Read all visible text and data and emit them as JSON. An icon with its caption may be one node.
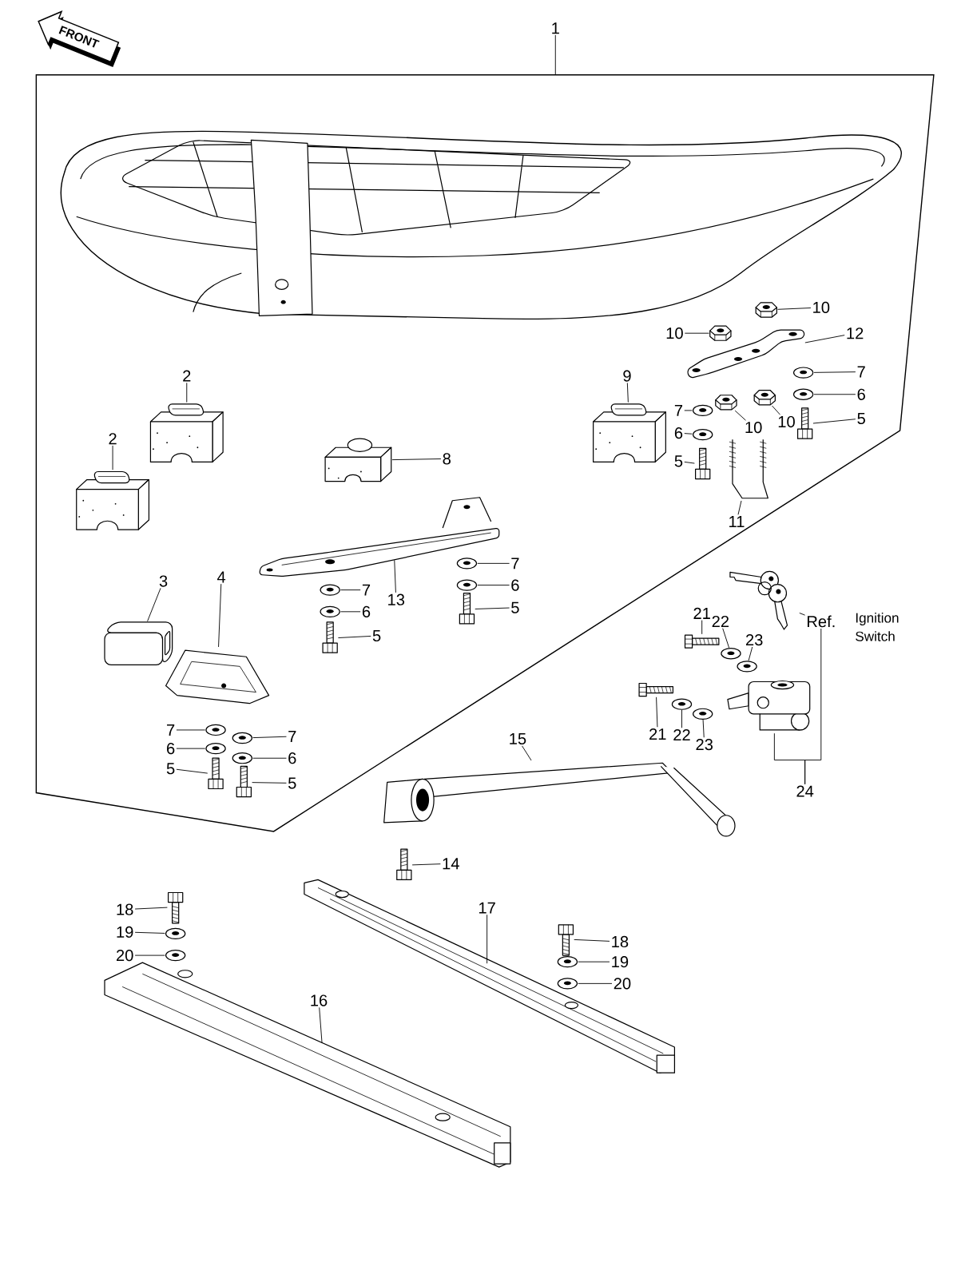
{
  "diagram": {
    "nodes": [
      {
        "text": [
          "1"
        ]
      },
      {
        "text": [],
        "shape": "box"
      },
      {
        "text": [],
        "shape": "picture",
        "in": 1
      },
      {
        "text": [
          "10"
        ],
        "in": 1
      },
      {
        "text": [],
        "shape": "picture",
        "in": 1
      },
      {
        "text": [
          "10"
        ],
        "in": 1
      },
      {
        "text": [],
        "shape": "picture",
        "in": 1
      },
      {
        "text": [
          "12"
        ],
        "in": 1
      },
      {
        "text": [],
        "shape": "picture",
        "in": 1
      },
      {
        "text": [
          "2"
        ],
        "in": 1
      },
      {
        "text": [],
        "shape": "picture",
        "in": 1
      },
      {
        "text": [
          "9"
        ],
        "in": 1
      },
      {
        "text": [],
        "shape": "picture",
        "in": 1
      },
      {
        "text": [
          "7"
        ],
        "in": 1
      },
      {
        "text": [],
        "shape": "picture",
        "in": 1
      },
      {
        "text": [
          "6"
        ],
        "in": 1
      },
      {
        "text": [],
        "shape": "picture",
        "in": 1
      },
      {
        "text": [
          "7"
        ],
        "in": 1
      },
      {
        "text": [],
        "shape": "picture",
        "in": 1
      },
      {
        "text": [
          "10"
        ],
        "in": 1
      },
      {
        "text": [],
        "shape": "picture",
        "in": 1
      },
      {
        "text": [
          "10"
        ],
        "in": 1
      },
      {
        "text": [],
        "shape": "picture",
        "in": 1
      },
      {
        "text": [
          "5"
        ],
        "in": 1
      },
      {
        "text": [],
        "shape": "picture",
        "in": 1
      },
      {
        "text": [
          "6"
        ],
        "in": 1
      },
      {
        "text": [],
        "shape": "picture",
        "in": 1
      },
      {
        "text": [
          "2"
        ],
        "in": 1
      },
      {
        "text": [],
        "shape": "picture",
        "in": 1
      },
      {
        "text": [
          "8"
        ],
        "in": 1
      },
      {
        "text": [],
        "shape": "picture",
        "in": 1
      },
      {
        "text": [
          "5"
        ],
        "in": 1
      },
      {
        "text": [],
        "shape": "picture",
        "in": 1
      },
      {
        "text": [
          "11"
        ],
        "in": 1
      },
      {
        "text": [],
        "shape": "picture",
        "in": 1
      },
      {
        "text": [
          "7"
        ],
        "in": 1
      },
      {
        "text": [],
        "shape": "picture",
        "in": 1
      },
      {
        "text": [
          "3"
        ],
        "in": 1
      },
      {
        "text": [],
        "shape": "picture",
        "in": 1
      },
      {
        "text": [
          "4"
        ],
        "in": 1
      },
      {
        "text": [],
        "shape": "picture",
        "in": 1
      },
      {
        "text": [
          "6"
        ],
        "in": 1
      },
      {
        "text": [],
        "shape": "picture",
        "in": 1
      },
      {
        "text": [
          "7"
        ],
        "in": 1
      },
      {
        "text": [],
        "shape": "picture",
        "in": 1
      },
      {
        "text": [
          "13"
        ],
        "in": 1
      },
      {
        "text": [],
        "shape": "picture",
        "in": 1
      },
      {
        "text": [
          "5"
        ],
        "in": 1
      },
      {
        "text": [],
        "shape": "picture",
        "in": 1
      },
      {
        "text": [
          "6"
        ],
        "in": 1
      },
      {
        "text": [],
        "shape": "picture",
        "in": 1
      },
      {
        "text": [
          "5"
        ],
        "in": 1
      },
      {
        "text": [],
        "shape": "picture",
        "in": 1
      },
      {
        "text": [
          "7"
        ],
        "in": 1
      },
      {
        "text": [],
        "shape": "picture",
        "in": 1
      },
      {
        "text": [
          "7"
        ],
        "in": 1
      },
      {
        "text": [],
        "shape": "picture",
        "in": 1
      },
      {
        "text": [
          "6"
        ],
        "in": 1
      },
      {
        "text": [],
        "shape": "picture",
        "in": 1
      },
      {
        "text": [
          "6"
        ],
        "in": 1
      },
      {
        "text": [],
        "shape": "picture",
        "in": 1
      },
      {
        "text": [
          "5"
        ],
        "in": 1
      },
      {
        "text": [],
        "shape": "picture",
        "in": 1
      },
      {
        "text": [
          "5"
        ],
        "in": 1
      },
      {
        "text": [],
        "shape": "picture",
        "in": 1
      },
      {
        "text": [
          "21"
        ]
      },
      {
        "text": [],
        "shape": "picture"
      },
      {
        "text": [
          "22"
        ]
      },
      {
        "text": [],
        "shape": "picture"
      },
      {
        "text": [
          "Ref."
        ]
      },
      {
        "text": [],
        "shape": "picture"
      },
      {
        "text": [
          "23"
        ]
      },
      {
        "text": [],
        "shape": "picture"
      },
      {
        "text": [],
        "shape": "picture"
      },
      {
        "text": [
          "21"
        ]
      },
      {
        "text": [],
        "shape": "picture"
      },
      {
        "text": [
          "22"
        ]
      },
      {
        "text": [],
        "shape": "picture"
      },
      {
        "text": [
          "23"
        ]
      },
      {
        "text": [],
        "shape": "picture"
      },
      {
        "text": [
          "15"
        ]
      },
      {
        "text": [],
        "shape": "picture"
      },
      {
        "text": [
          "24"
        ]
      },
      {
        "text": [
          "14"
        ]
      },
      {
        "text": [],
        "shape": "picture"
      },
      {
        "text": [
          "18"
        ]
      },
      {
        "text": [],
        "shape": "picture"
      },
      {
        "text": [
          "17"
        ]
      },
      {
        "text": [],
        "shape": "picture"
      },
      {
        "text": [
          "19"
        ]
      },
      {
        "text": [],
        "shape": "picture"
      },
      {
        "text": [
          "18"
        ]
      },
      {
        "text": [],
        "shape": "picture"
      },
      {
        "text": [
          "20"
        ]
      },
      {
        "text": [],
        "shape": "picture"
      },
      {
        "text": [
          "19"
        ]
      },
      {
        "text": [],
        "shape": "picture"
      },
      {
        "text": [
          "20"
        ]
      },
      {
        "text": [],
        "shape": "picture"
      },
      {
        "text": [
          "16"
        ]
      },
      {
        "text": [],
        "shape": "picture"
      }
    ],
    "edges": [
      {
        "from": 0,
        "to": 1,
        "arrow": "none"
      },
      {
        "from": 3,
        "to": 4,
        "arrow": "none"
      },
      {
        "from": 5,
        "to": 6,
        "arrow": "none"
      },
      {
        "from": 7,
        "to": 8,
        "arrow": "none"
      },
      {
        "from": 9,
        "to": 10,
        "arrow": "none"
      },
      {
        "from": 11,
        "to": 12,
        "arrow": "none"
      },
      {
        "from": 13,
        "to": 14,
        "arrow": "none"
      },
      {
        "from": 15,
        "to": 16,
        "arrow": "none"
      },
      {
        "from": 17,
        "to": 18,
        "arrow": "none"
      },
      {
        "from": 19,
        "to": 20,
        "arrow": "none"
      },
      {
        "from": 21,
        "to": 22,
        "arrow": "none"
      },
      {
        "from": 23,
        "to": 24,
        "arrow": "none"
      },
      {
        "from": 25,
        "to": 26,
        "arrow": "none"
      },
      {
        "from": 27,
        "to": 28,
        "arrow": "none"
      },
      {
        "from": 29,
        "to": 30,
        "arrow": "none"
      },
      {
        "from": 31,
        "to": 32,
        "arrow": "none"
      },
      {
        "from": 33,
        "to": 34,
        "arrow": "none"
      },
      {
        "from": 35,
        "to": 36,
        "arrow": "none"
      },
      {
        "from": 37,
        "to": 38,
        "arrow": "none"
      },
      {
        "from": 39,
        "to": 40,
        "arrow": "none"
      },
      {
        "from": 41,
        "to": 42,
        "arrow": "none"
      },
      {
        "from": 43,
        "to": 44,
        "arrow": "none"
      },
      {
        "from": 45,
        "to": 46,
        "arrow": "none"
      },
      {
        "from": 47,
        "to": 48,
        "arrow": "none"
      },
      {
        "from": 49,
        "to": 50,
        "arrow": "none"
      },
      {
        "from": 51,
        "to": 52,
        "arrow": "none"
      },
      {
        "from": 53,
        "to": 54,
        "arrow": "none"
      },
      {
        "from": 55,
        "to": 56,
        "arrow": "none"
      },
      {
        "from": 57,
        "to": 58,
        "arrow": "none"
      },
      {
        "from": 59,
        "to": 60,
        "arrow": "none"
      },
      {
        "from": 61,
        "to": 62,
        "arrow": "none"
      },
      {
        "from": 63,
        "to": 64,
        "arrow": "none"
      },
      {
        "from": 65,
        "to": 66,
        "arrow": "none"
      },
      {
        "from": 67,
        "to": 68,
        "arrow": "none"
      },
      {
        "from": 69,
        "to": 70,
        "arrow": "none"
      },
      {
        "from": 71,
        "to": 72,
        "arrow": "none"
      },
      {
        "from": 74,
        "to": 75,
        "arrow": "none"
      },
      {
        "from": 76,
        "to": 77,
        "arrow": "none"
      },
      {
        "from": 78,
        "to": 79,
        "arrow": "none"
      },
      {
        "from": 80,
        "to": 81,
        "arrow": "none"
      },
      {
        "from": 82,
        "to": 73,
        "arrow": "none"
      },
      {
        "from": 82,
        "to": 69,
        "arrow": "none"
      },
      {
        "from": 83,
        "to": 84,
        "arrow": "none"
      },
      {
        "from": 85,
        "to": 86,
        "arrow": "none"
      },
      {
        "from": 87,
        "to": 88,
        "arrow": "none"
      },
      {
        "from": 89,
        "to": 90,
        "arrow": "none"
      },
      {
        "from": 91,
        "to": 92,
        "arrow": "none"
      },
      {
        "from": 93,
        "to": 94,
        "arrow": "none"
      },
      {
        "from": 95,
        "to": 96,
        "arrow": "none"
      },
      {
        "from": 97,
        "to": 98,
        "arrow": "none"
      },
      {
        "from": 99,
        "to": 100,
        "arrow": "none"
      }
    ],
    "labels": [
      "FRONT",
      "Ignition Switch"
    ]
  }
}
